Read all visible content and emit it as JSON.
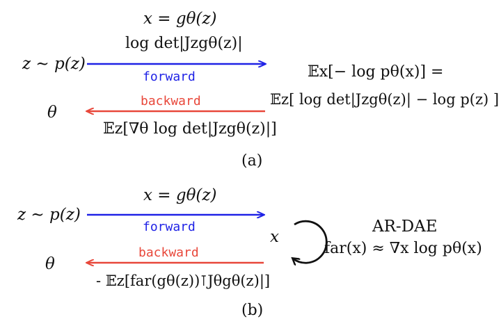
{
  "colors": {
    "forward": "#1f22e6",
    "backward": "#e8473a",
    "text": "#111111"
  },
  "panel_a": {
    "top_eq": "x = gθ(z)",
    "logdet": "log det|Jzgθ(z)|",
    "z_sample": "z ∼ p(z)",
    "forward_label": "forward",
    "backward_label": "backward",
    "theta": "θ",
    "grad_expr": "𝔼z[∇θ log det|Jzgθ(z)|]",
    "rhs_line1": "𝔼x[− log pθ(x)] =",
    "rhs_line2": "𝔼z[ log det|Jzgθ(z)| − log p(z) ]",
    "caption": "(a)"
  },
  "panel_b": {
    "top_eq": "x = gθ(z)",
    "z_sample": "z ∼ p(z)",
    "forward_label": "forward",
    "backward_label": "backward",
    "theta": "θ",
    "grad_expr": "- 𝔼z[far(gθ(z))⊺Jθgθ(z)|]",
    "x_var": "x",
    "ardae_title": "AR-DAE",
    "ardae_expr": "far(x) ≈ ∇x log pθ(x)",
    "caption": "(b)"
  }
}
